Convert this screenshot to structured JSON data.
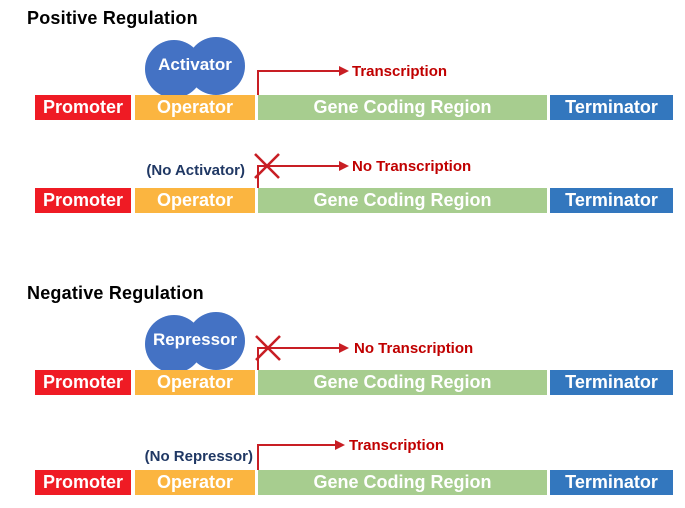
{
  "sections": [
    {
      "title": "Positive Regulation",
      "rows": [
        {
          "protein": "Activator",
          "result": "Transcription",
          "blocked": false
        },
        {
          "annotation": "(No Activator)",
          "result": "No Transcription",
          "blocked": true
        }
      ]
    },
    {
      "title": "Negative Regulation",
      "rows": [
        {
          "protein": "Repressor",
          "result": "No Transcription",
          "blocked": true
        },
        {
          "annotation": "(No Repressor)",
          "result": "Transcription",
          "blocked": false
        }
      ]
    }
  ],
  "dna": {
    "segments": [
      {
        "label": "Promoter",
        "color": "#EF1B24"
      },
      {
        "label": "Operator",
        "color": "#FBB540"
      },
      {
        "label": "Gene Coding Region",
        "color": "#A7CD8F"
      },
      {
        "label": "Terminator",
        "color": "#3377BE"
      }
    ]
  },
  "colors": {
    "protein_fill": "#4472C4",
    "annotation_text": "#203864",
    "result_text": "#C00000",
    "arrow_red": "#C81E24",
    "title_text": "#000000"
  }
}
